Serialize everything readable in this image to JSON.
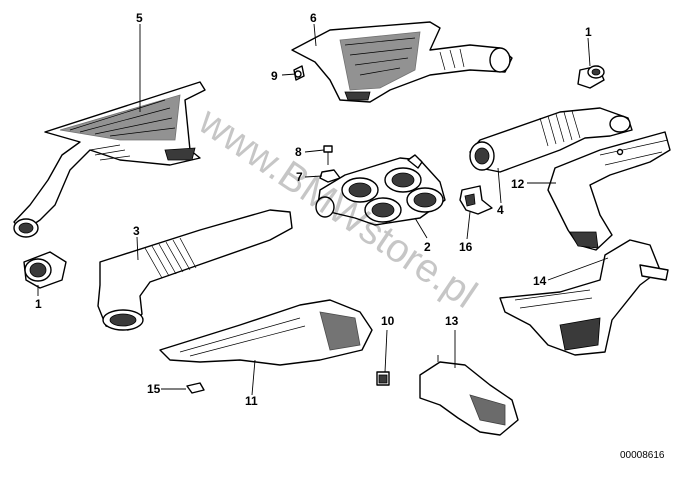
{
  "watermark": "www.BMWstore.pl",
  "drawing_code": "00008616",
  "callouts": {
    "c1a": "1",
    "c1b": "1",
    "c2": "2",
    "c3": "3",
    "c4": "4",
    "c5": "5",
    "c6": "6",
    "c7": "7",
    "c8": "8",
    "c9": "9",
    "c10": "10",
    "c11": "11",
    "c12": "12",
    "c13": "13",
    "c14": "14",
    "c15": "15",
    "c16": "16"
  }
}
